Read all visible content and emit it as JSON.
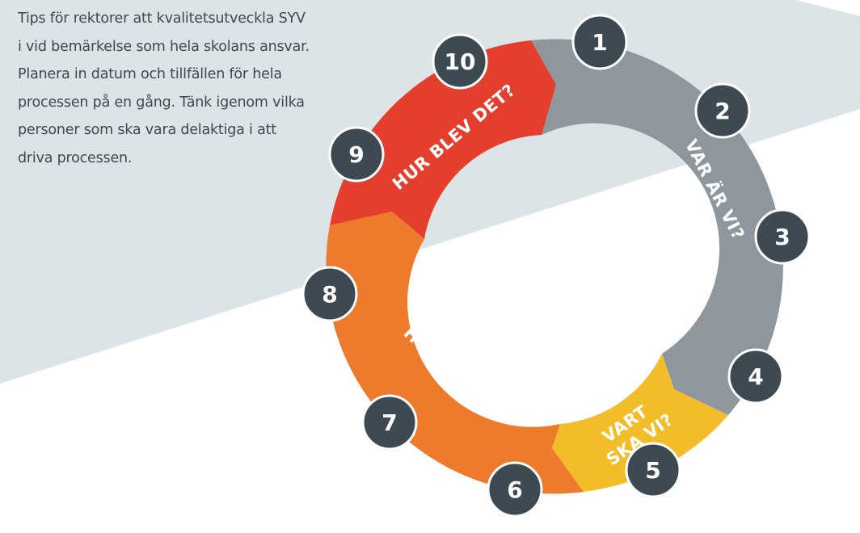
{
  "intro": {
    "lines": [
      "Tips för rektorer att kvalitetsutveckla SYV",
      "i vid bemärkelse som hela skolans ansvar.",
      "Planera in datum och tillfällen för hela",
      "processen på en gång. Tänk igenom vilka",
      "personer som ska vara delaktiga i att",
      "driva processen."
    ]
  },
  "phases": [
    {
      "id": "var-ar-vi",
      "label": "VAR ÄR VI?",
      "color": "#8d979d"
    },
    {
      "id": "vart-ska-vi",
      "label_lines": [
        "VART",
        "SKA VI?"
      ],
      "color": "#f3bd2a"
    },
    {
      "id": "hur-gor-vi",
      "label": "HUR GÖR VI?",
      "color": "#ee7a2c"
    },
    {
      "id": "hur-blev-det",
      "label": "HUR BLEV DET?",
      "color": "#e43f2c"
    }
  ],
  "steps": [
    "1",
    "2",
    "3",
    "4",
    "5",
    "6",
    "7",
    "8",
    "9",
    "10"
  ],
  "colors": {
    "background_band": "#dde4e8",
    "step_circle": "#3e4a52",
    "text": "#3d4852"
  }
}
